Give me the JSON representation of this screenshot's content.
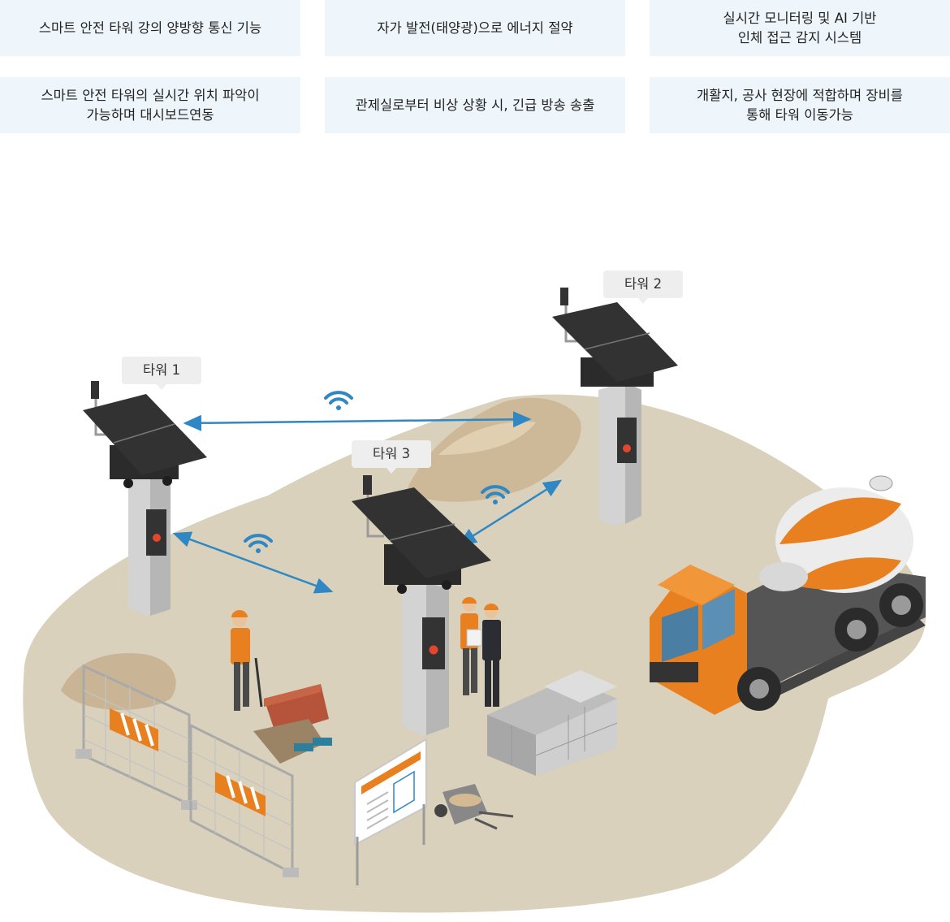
{
  "features": [
    {
      "text": "스마트 안전 타워 강의 양방향 통신 기능"
    },
    {
      "text": "자가 발전(태양광)으로 에너지 절약"
    },
    {
      "text": "실시간 모니터링 및 AI 기반\n인체 접근 감지 시스템"
    },
    {
      "text": "스마트 안전 타워의 실시간 위치 파악이\n가능하며 대시보드연동"
    },
    {
      "text": "관제실로부터 비상 상황 시, 긴급 방송 송출"
    },
    {
      "text": "개활지, 공사 현장에 적합하며 장비를\n통해 타워 이동가능"
    }
  ],
  "towers": {
    "tower1": "타워 1",
    "tower2": "타워 2",
    "tower3": "타워 3"
  },
  "colors": {
    "card_bg": "#eef6fc",
    "ground": "#d9d1bc",
    "signal": "#2f87c4",
    "panel": "#2e2e2e",
    "pole": "#d3d3d3",
    "accent_orange": "#e9801f"
  }
}
